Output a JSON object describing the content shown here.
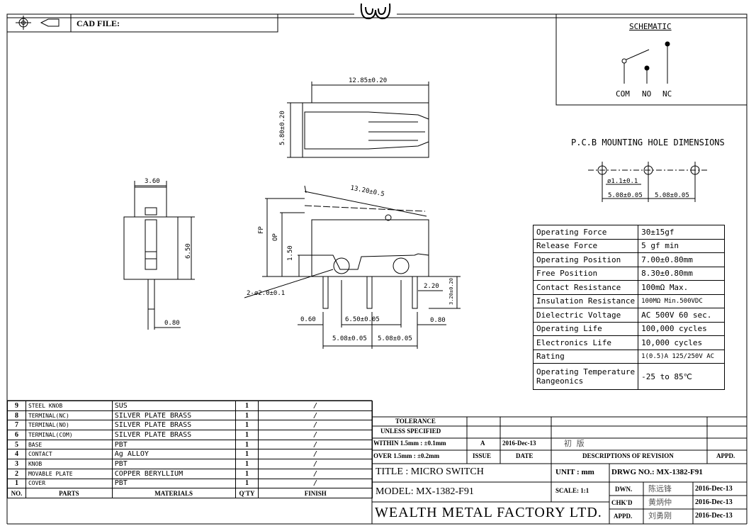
{
  "header": {
    "cad_label": "CAD FILE:"
  },
  "schematic": {
    "title": "SCHEMATIC",
    "pins": [
      "COM",
      "NO",
      "NC"
    ]
  },
  "pcb": {
    "title": "P.C.B MOUNTING HOLE DIMENSIONS",
    "hole_dim": "ø1.1±0.1",
    "spacing": [
      "5.08±0.05",
      "5.08±0.05"
    ]
  },
  "dimensions": {
    "top_width": "12.85±0.20",
    "top_height": "5.80±0.20",
    "side_width": "3.60",
    "side_height": "6.50",
    "side_pin": "0.80",
    "lever": "13.20±0.5",
    "fp": "FP",
    "op": "OP",
    "h150": "1.50",
    "holes": "2-ø2.0±0.1",
    "d220": "2.20",
    "d320": "3.20±0.20",
    "d060": "0.60",
    "d650": "6.50±0.05",
    "d080": "0.80",
    "pitch": [
      "5.08±0.05",
      "5.08±0.05"
    ]
  },
  "specs": [
    {
      "name": "Operating Force",
      "value": "30±15gf"
    },
    {
      "name": "Release Force",
      "value": "5 gf min"
    },
    {
      "name": "Operating Position",
      "value": "7.00±0.80mm"
    },
    {
      "name": "Free Position",
      "value": "8.30±0.80mm"
    },
    {
      "name": "Contact Resistance",
      "value": "100mΩ Max."
    },
    {
      "name": "Insulation Resistance",
      "value": "100MΩ Min.500VDC"
    },
    {
      "name": "Dielectric Voltage",
      "value": "AC 500V 60 sec."
    },
    {
      "name": "Operating Life",
      "value": "100,000 cycles"
    },
    {
      "name": "Electronics Life",
      "value": "10,000 cycles"
    },
    {
      "name": "Rating",
      "value": "1(0.5)A 125/250V AC"
    },
    {
      "name": "Operating Temperature Rangeonics",
      "value": "-25 to 85℃"
    }
  ],
  "parts": {
    "headers": [
      "NO.",
      "PARTS",
      "MATERIALS",
      "Q'TY",
      "FINISH"
    ],
    "rows": [
      {
        "no": "9",
        "part": "STEEL KNOB",
        "material": "SUS",
        "qty": "1",
        "finish": "/"
      },
      {
        "no": "8",
        "part": "TERMINAL(NC)",
        "material": "SILVER PLATE BRASS",
        "qty": "1",
        "finish": "/"
      },
      {
        "no": "7",
        "part": "TERMINAL(NO)",
        "material": "SILVER PLATE BRASS",
        "qty": "1",
        "finish": "/"
      },
      {
        "no": "6",
        "part": "TERMINAL(COM)",
        "material": "SILVER PLATE BRASS",
        "qty": "1",
        "finish": "/"
      },
      {
        "no": "5",
        "part": "BASE",
        "material": "PBT",
        "qty": "1",
        "finish": "/"
      },
      {
        "no": "4",
        "part": "CONTACT",
        "material": "Ag ALLOY",
        "qty": "1",
        "finish": "/"
      },
      {
        "no": "3",
        "part": "KNOB",
        "material": "PBT",
        "qty": "1",
        "finish": "/"
      },
      {
        "no": "2",
        "part": "MOVABLE PLATE",
        "material": "COPPER BERYLLIUM",
        "qty": "1",
        "finish": "/"
      },
      {
        "no": "1",
        "part": "COVER",
        "material": "PBT",
        "qty": "1",
        "finish": "/"
      }
    ]
  },
  "title_block": {
    "tolerance1": "TOLERANCE",
    "tolerance2": "UNLESS SPECIFIED",
    "within": "WITHIN 1.5mm : ±0.1mm",
    "over": "OVER 1.5mm : ±0.2mm",
    "rev_letter": "A",
    "rev_date": "2016-Dec-13",
    "rev_desc": "初 版",
    "issue": "ISSUE",
    "date": "DATE",
    "descriptions": "DESCRIPTIONS OF REVISION",
    "appd": "APPD.",
    "title": "TITLE : MICRO SWITCH",
    "unit": "UNIT : mm",
    "drwg": "DRWG NO.: MX-1382-F91",
    "model": "MODEL: MX-1382-F91",
    "scale": "SCALE: 1:1",
    "dwn_label": "DWN.",
    "dwn_name": "陈远锋",
    "dwn_date": "2016-Dec-13",
    "chk_label": "CHK'D",
    "chk_name": "黄炳仲",
    "chk_date": "2016-Dec-13",
    "appd_label": "APPD.",
    "appd_name": "刘勇刚",
    "appd_date": "2016-Dec-13",
    "company": "WEALTH METAL FACTORY LTD."
  }
}
